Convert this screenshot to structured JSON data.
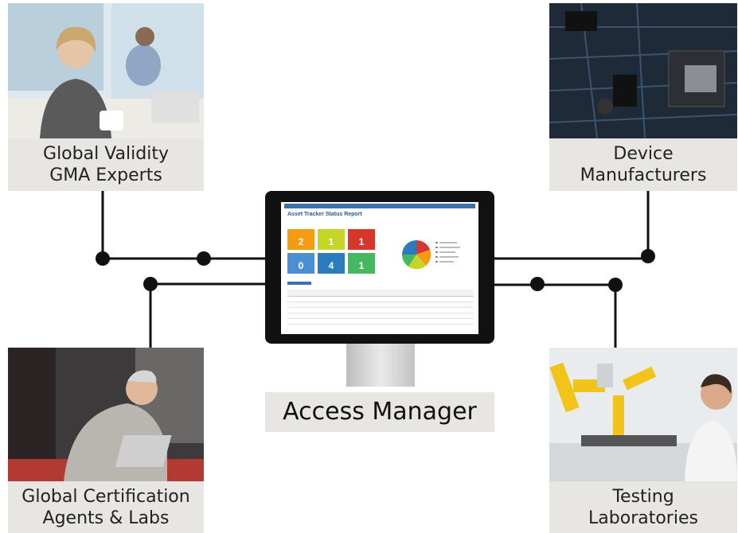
{
  "nodes": {
    "top_left": {
      "caption": [
        "Global Validity",
        "GMA Experts"
      ]
    },
    "top_right": {
      "caption": [
        "Device",
        "Manufacturers"
      ]
    },
    "bottom_left": {
      "caption": [
        "Global Certification",
        "Agents & Labs"
      ]
    },
    "bottom_right": {
      "caption": [
        "Testing",
        "Laboratories"
      ]
    },
    "center": {
      "caption": "Access Manager"
    }
  },
  "dashboard": {
    "title": "Asset Tracker Status Report",
    "tiles": [
      {
        "value": "2",
        "color": "#f39c12"
      },
      {
        "value": "1",
        "color": "#c5d629"
      },
      {
        "value": "1",
        "color": "#d9362b"
      },
      {
        "value": "0",
        "color": "#4a8fd1"
      },
      {
        "value": "4",
        "color": "#2b7bbd"
      },
      {
        "value": "1",
        "color": "#45b860"
      }
    ]
  },
  "colors": {
    "caption_bg": "#e7e6e2",
    "wire": "#111111"
  }
}
